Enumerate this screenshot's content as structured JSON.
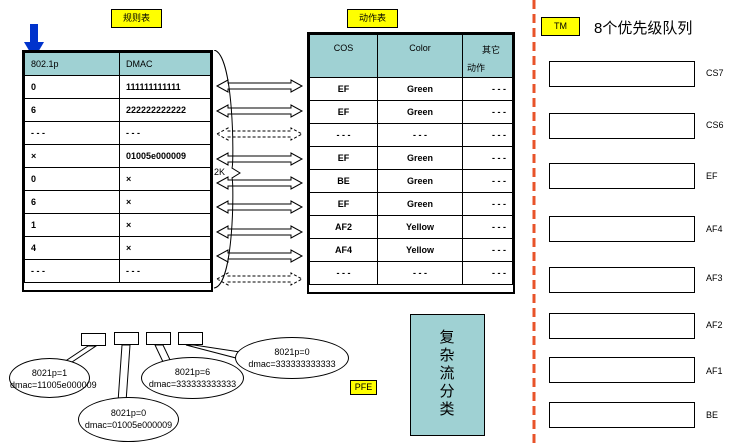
{
  "labels": {
    "rule_table": "规则表",
    "action_table": "动作表",
    "tm": "TM",
    "queues_title": "8个优先级队列",
    "pfe": "PFE",
    "complex_classification": "复杂流分类",
    "two_k": "2K"
  },
  "rule_table": {
    "headers": [
      "802.1p",
      "DMAC"
    ],
    "rows": [
      [
        "0",
        "111111111111"
      ],
      [
        "6",
        "222222222222"
      ],
      [
        "- - -",
        "- - -"
      ],
      [
        "×",
        "01005e000009"
      ],
      [
        "0",
        "×"
      ],
      [
        "6",
        "×"
      ],
      [
        "1",
        "×"
      ],
      [
        "4",
        "×"
      ],
      [
        "- - -",
        "- - -"
      ]
    ]
  },
  "action_table": {
    "headers": [
      "COS",
      "Color",
      "其它",
      "动作"
    ],
    "rows": [
      [
        "EF",
        "Green",
        "- - -"
      ],
      [
        "EF",
        "Green",
        "- - -"
      ],
      [
        "- - -",
        "- - -",
        "- - -"
      ],
      [
        "EF",
        "Green",
        "- - -"
      ],
      [
        "BE",
        "Green",
        "- - -"
      ],
      [
        "EF",
        "Green",
        "- - -"
      ],
      [
        "AF2",
        "Yellow",
        "- - -"
      ],
      [
        "AF4",
        "Yellow",
        "- - -"
      ],
      [
        "- - -",
        "- - -",
        "- - -"
      ]
    ]
  },
  "queues": [
    "CS7",
    "CS6",
    "EF",
    "AF4",
    "AF3",
    "AF2",
    "AF1",
    "BE"
  ],
  "packets": [
    {
      "line1": "8021p=1",
      "line2": "dmac=11005e000009"
    },
    {
      "line1": "8021p=0",
      "line2": "dmac=01005e000009"
    },
    {
      "line1": "8021p=6",
      "line2": "dmac=333333333333"
    },
    {
      "line1": "8021p=0",
      "line2": "dmac=333333333333"
    }
  ],
  "colors": {
    "header_fill": "#9fd1d3",
    "tag_fill": "#ffff00",
    "divider": "#e8532a",
    "lookup_arrow": "#0033cc",
    "classification_box": "#9fd1d3"
  }
}
